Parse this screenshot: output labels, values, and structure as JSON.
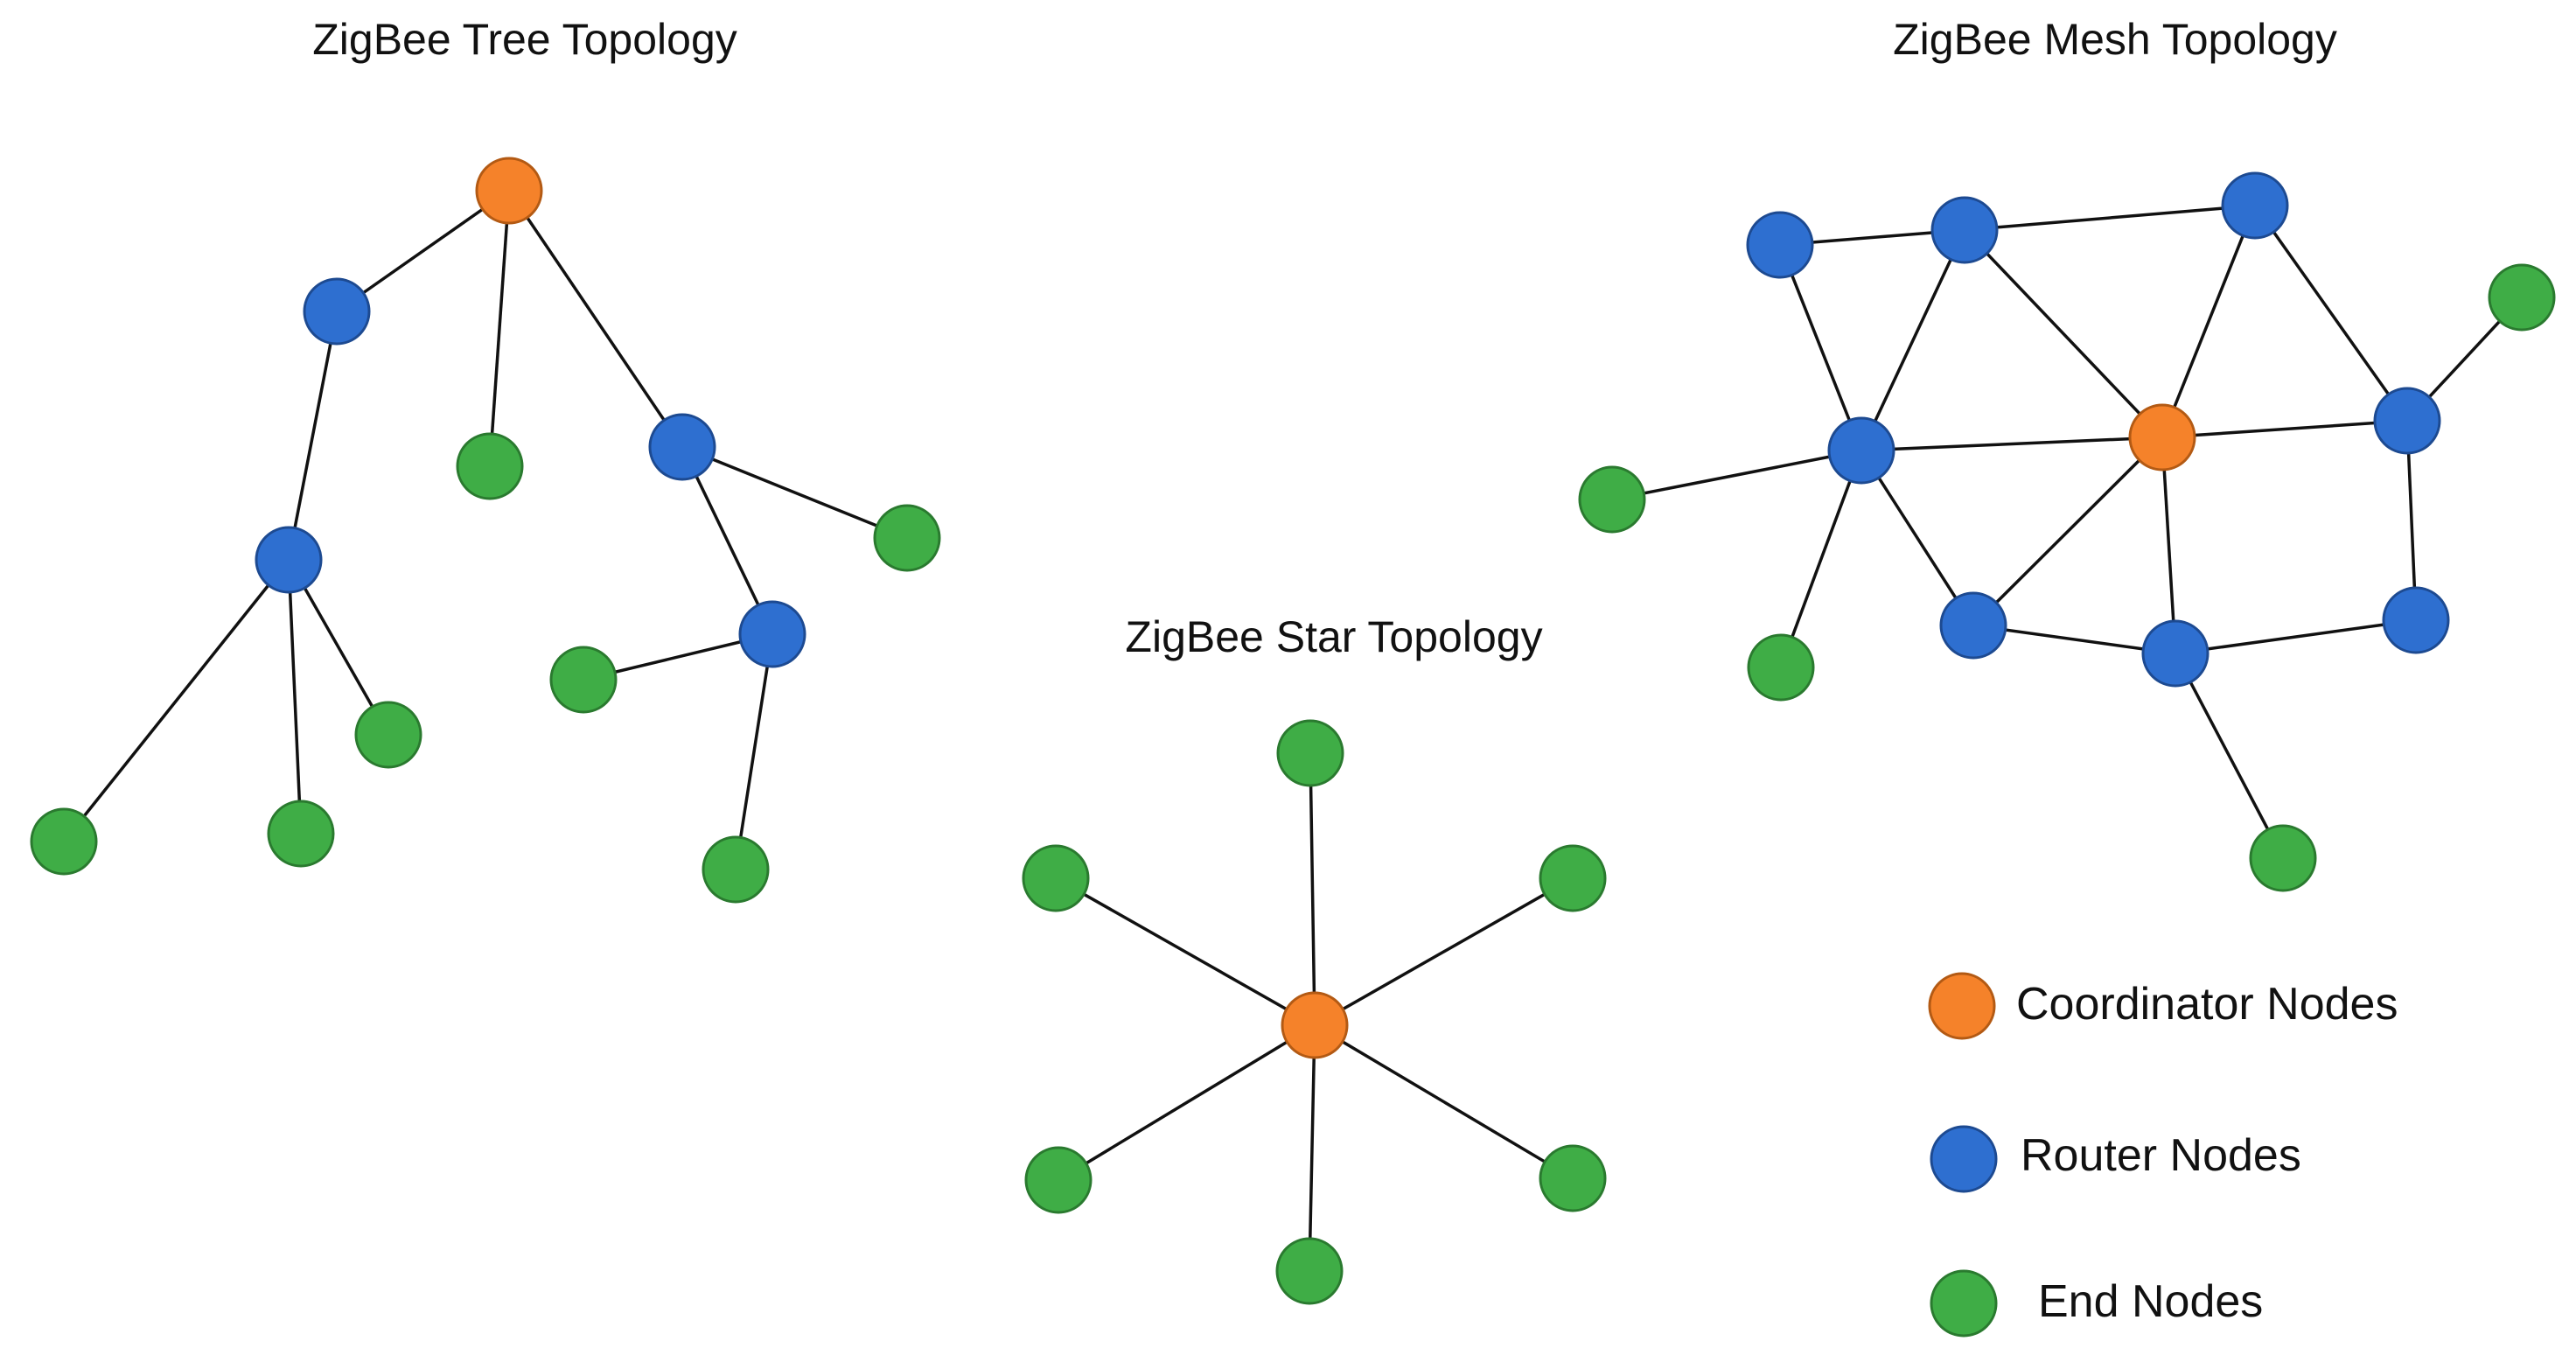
{
  "colors": {
    "coordinator": "#f5822a",
    "router": "#2e6fd0",
    "end": "#3fad46",
    "coordinator_stroke": "#b35a14",
    "router_stroke": "#1d4a91",
    "end_stroke": "#2a7a2f",
    "edge": "#111111",
    "background": "#ffffff"
  },
  "titles": {
    "tree": "ZigBee Tree Topology",
    "mesh": "ZigBee Mesh Topology",
    "star": "ZigBee Star Topology"
  },
  "legend": {
    "coordinator": "Coordinator Nodes",
    "router": "Router Nodes",
    "end": "End Nodes"
  },
  "diagram": {
    "tree": {
      "nodes": [
        {
          "id": "t-coord",
          "type": "coordinator"
        },
        {
          "id": "t-r1",
          "type": "router"
        },
        {
          "id": "t-r2",
          "type": "router"
        },
        {
          "id": "t-r3",
          "type": "router"
        },
        {
          "id": "t-r4",
          "type": "router"
        },
        {
          "id": "t-e1",
          "type": "end"
        },
        {
          "id": "t-e2",
          "type": "end"
        },
        {
          "id": "t-e3",
          "type": "end"
        },
        {
          "id": "t-e4",
          "type": "end"
        },
        {
          "id": "t-e5",
          "type": "end"
        },
        {
          "id": "t-e6",
          "type": "end"
        },
        {
          "id": "t-e7",
          "type": "end"
        }
      ],
      "edges": [
        [
          "t-coord",
          "t-r1"
        ],
        [
          "t-coord",
          "t-e1"
        ],
        [
          "t-coord",
          "t-r2"
        ],
        [
          "t-r1",
          "t-r3"
        ],
        [
          "t-r3",
          "t-e2"
        ],
        [
          "t-r3",
          "t-e3"
        ],
        [
          "t-r3",
          "t-e4"
        ],
        [
          "t-r2",
          "t-e5"
        ],
        [
          "t-r2",
          "t-r4"
        ],
        [
          "t-r4",
          "t-e6"
        ],
        [
          "t-r4",
          "t-e7"
        ]
      ]
    },
    "star": {
      "nodes": [
        {
          "id": "s-coord",
          "type": "coordinator"
        },
        {
          "id": "s-e1",
          "type": "end"
        },
        {
          "id": "s-e2",
          "type": "end"
        },
        {
          "id": "s-e3",
          "type": "end"
        },
        {
          "id": "s-e4",
          "type": "end"
        },
        {
          "id": "s-e5",
          "type": "end"
        },
        {
          "id": "s-e6",
          "type": "end"
        }
      ],
      "edges": [
        [
          "s-coord",
          "s-e1"
        ],
        [
          "s-coord",
          "s-e2"
        ],
        [
          "s-coord",
          "s-e3"
        ],
        [
          "s-coord",
          "s-e4"
        ],
        [
          "s-coord",
          "s-e5"
        ],
        [
          "s-coord",
          "s-e6"
        ]
      ]
    },
    "mesh": {
      "nodes": [
        {
          "id": "m-coord",
          "type": "coordinator"
        },
        {
          "id": "m-r1",
          "type": "router"
        },
        {
          "id": "m-r2",
          "type": "router"
        },
        {
          "id": "m-r3",
          "type": "router"
        },
        {
          "id": "m-r4",
          "type": "router"
        },
        {
          "id": "m-r5",
          "type": "router"
        },
        {
          "id": "m-r6",
          "type": "router"
        },
        {
          "id": "m-r7",
          "type": "router"
        },
        {
          "id": "m-r8",
          "type": "router"
        },
        {
          "id": "m-e1",
          "type": "end"
        },
        {
          "id": "m-e2",
          "type": "end"
        },
        {
          "id": "m-e3",
          "type": "end"
        },
        {
          "id": "m-e4",
          "type": "end"
        }
      ],
      "edges": [
        [
          "m-r1",
          "m-r2"
        ],
        [
          "m-r2",
          "m-r3"
        ],
        [
          "m-r1",
          "m-r4"
        ],
        [
          "m-r2",
          "m-r4"
        ],
        [
          "m-r2",
          "m-coord"
        ],
        [
          "m-r3",
          "m-coord"
        ],
        [
          "m-r3",
          "m-r5"
        ],
        [
          "m-r5",
          "m-e1"
        ],
        [
          "m-e2",
          "m-r4"
        ],
        [
          "m-r4",
          "m-coord"
        ],
        [
          "m-coord",
          "m-r5"
        ],
        [
          "m-r4",
          "m-e3"
        ],
        [
          "m-r4",
          "m-r6"
        ],
        [
          "m-r6",
          "m-coord"
        ],
        [
          "m-coord",
          "m-r7"
        ],
        [
          "m-r6",
          "m-r7"
        ],
        [
          "m-r7",
          "m-r8"
        ],
        [
          "m-r5",
          "m-r8"
        ],
        [
          "m-r7",
          "m-e4"
        ]
      ]
    }
  }
}
